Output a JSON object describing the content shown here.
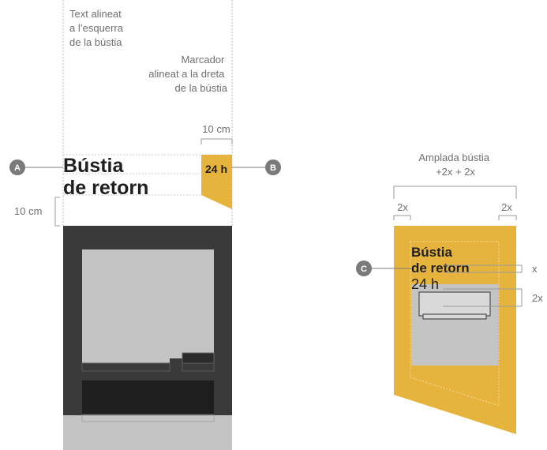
{
  "left_diagram": {
    "note_text_align": [
      "Text alineat",
      "a l’esquerra",
      "de la bústia"
    ],
    "note_marker_align": [
      "Marcador",
      "alineat a la dreta",
      "de la bústia"
    ],
    "marker_width_label": "10 cm",
    "gap_label": "10 cm",
    "title_line1": "Bústia",
    "title_line2": "de retorn",
    "marker_text": "24 h",
    "callout_a": "A",
    "callout_b": "B"
  },
  "right_diagram": {
    "heading": [
      "Amplada bústia",
      "+2x + 2x"
    ],
    "margin_left_label": "2x",
    "margin_right_label": "2x",
    "title_line1": "Bústia",
    "title_line2": "de retorn",
    "hours": "24 h",
    "spacing_x_label": "x",
    "spacing_2x_label": "2x",
    "callout_c": "C"
  },
  "colors": {
    "accent_yellow": "#E6B43C",
    "machine_dark": "#3a3a3a",
    "screen_gray": "#c4c4c4",
    "callout_gray": "#7a7a7a",
    "guide_gray": "#bbbbbb"
  }
}
